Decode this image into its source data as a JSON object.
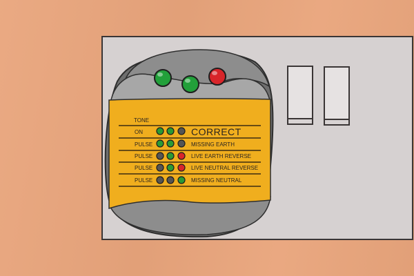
{
  "tester": {
    "top_lights": [
      {
        "color": "#22a03a"
      },
      {
        "color": "#22a03a"
      },
      {
        "color": "#d8252a"
      }
    ],
    "panel": {
      "header": "TONE",
      "rows": [
        {
          "mode": "ON",
          "result": "CORRECT",
          "leds": [
            "#2b9a35",
            "#2b9a35",
            "#555555"
          ]
        },
        {
          "mode": "PULSE",
          "result": "MISSING EARTH",
          "leds": [
            "#2b9a35",
            "#2b9a35",
            "#555555"
          ]
        },
        {
          "mode": "PULSE",
          "result": "LIVE EARTH REVERSE",
          "leds": [
            "#555555",
            "#2b9a35",
            "#d8252a"
          ]
        },
        {
          "mode": "PULSE",
          "result": "LIVE NEUTRAL REVERSE",
          "leds": [
            "#555555",
            "#2b9a35",
            "#d8252a"
          ]
        },
        {
          "mode": "PULSE",
          "result": "MISSING NEUTRAL",
          "leds": [
            "#555555",
            "#555555",
            "#2b9a35"
          ]
        }
      ]
    },
    "colors": {
      "body": "#6e6e6e",
      "body_light": "#a7a7a7",
      "panel": "#f0ae1e",
      "wall": "#e9a57c",
      "plate": "#d6d1d1"
    }
  }
}
